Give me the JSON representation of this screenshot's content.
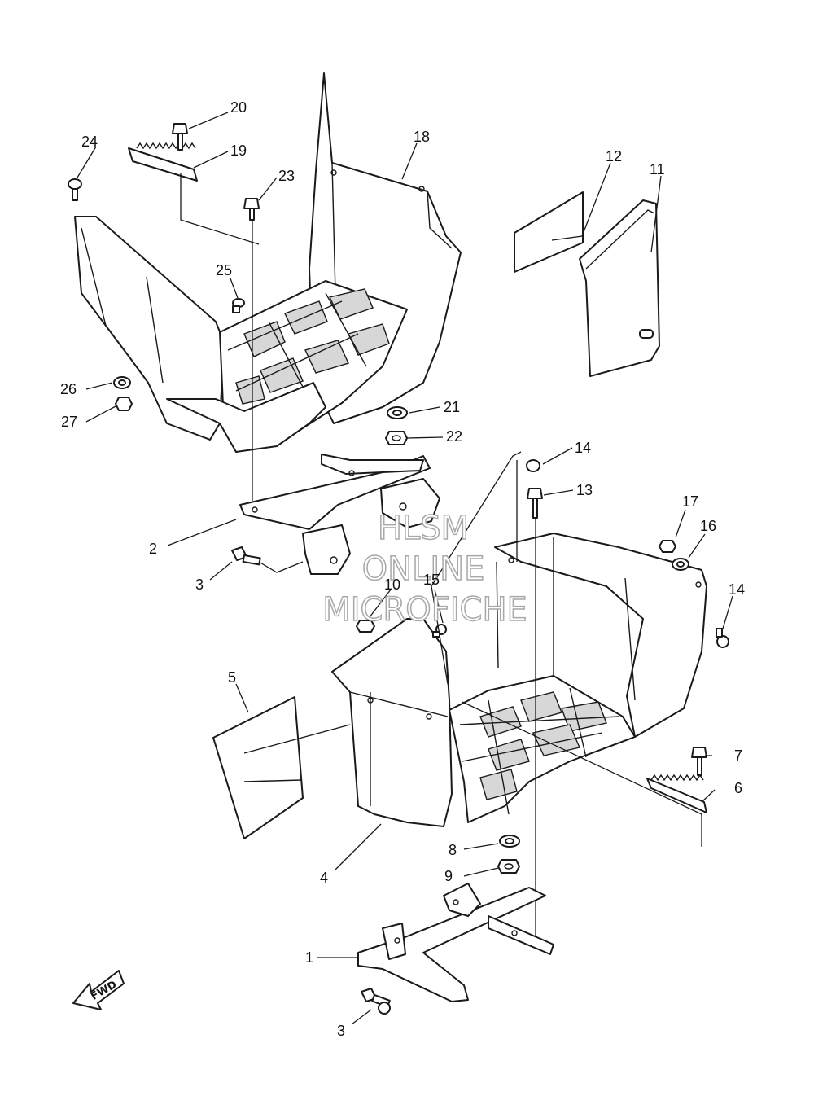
{
  "diagram": {
    "callouts": [
      "1",
      "2",
      "3",
      "3",
      "4",
      "5",
      "6",
      "7",
      "8",
      "9",
      "10",
      "11",
      "12",
      "13",
      "14",
      "14",
      "15",
      "16",
      "17",
      "18",
      "19",
      "20",
      "21",
      "22",
      "23",
      "24",
      "25",
      "26",
      "27"
    ],
    "watermark": [
      "HLSM",
      "ONLINE",
      "MICROFICHE"
    ],
    "direction_label": "FWD"
  }
}
